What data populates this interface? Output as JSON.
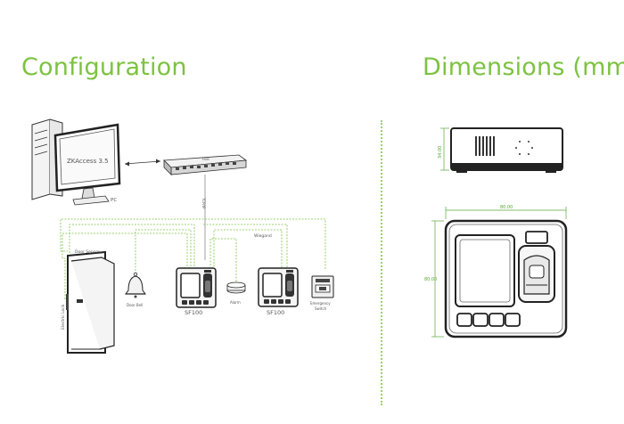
{
  "headings": {
    "configuration": "Configuration",
    "dimensions": "Dimensions (mm)"
  },
  "configuration": {
    "pc_screen_text": "ZKAccess 3.5",
    "pc_label": "PC",
    "switch_text": "HUB",
    "tcpip_label": "TCP/IP",
    "wiegand_label": "Wiegand",
    "door_sensor_label": "Door Sensor",
    "electric_lock_label": "Electric Lock",
    "door_bell_label": "Door Bell",
    "device1_label": "SF100",
    "alarm_label": "Alarm",
    "device2_label": "SF100",
    "emergency_label_line1": "Emergency",
    "emergency_label_line2": "Switch"
  },
  "dimensions": {
    "height": "34.00",
    "width": "80.00",
    "depth": "80.00"
  },
  "colors": {
    "accent": "#7dc242",
    "line": "#333333",
    "wire": "#7dc242"
  }
}
